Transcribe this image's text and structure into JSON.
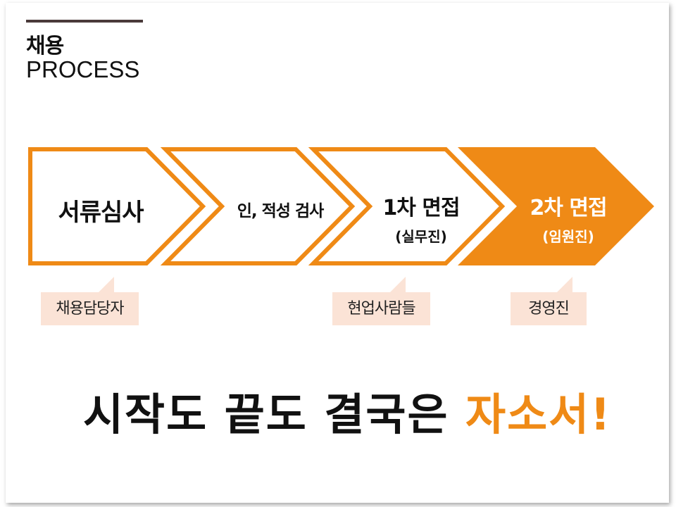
{
  "header": {
    "title_ko": "채용",
    "title_en": "PROCESS"
  },
  "colors": {
    "accent": "#ef8a16",
    "callout_bg": "#fbe3d6",
    "dark_bar": "#4a3a3a"
  },
  "steps": [
    {
      "label": "서류심사",
      "sublabel": "",
      "style": "outline"
    },
    {
      "label": "인, 적성 검사",
      "sublabel": "",
      "style": "outline"
    },
    {
      "label": "1차 면접",
      "sublabel": "(실무진)",
      "style": "outline"
    },
    {
      "label": "2차 면접",
      "sublabel": "(임원진)",
      "style": "filled"
    }
  ],
  "reviewers": [
    {
      "label": "채용담당자",
      "step": 1
    },
    {
      "label": "현업사람들",
      "step": 3
    },
    {
      "label": "경영진",
      "step": 4
    }
  ],
  "tagline": {
    "part1": "시작도 끝도 결국은 ",
    "part2": "자소서!"
  }
}
